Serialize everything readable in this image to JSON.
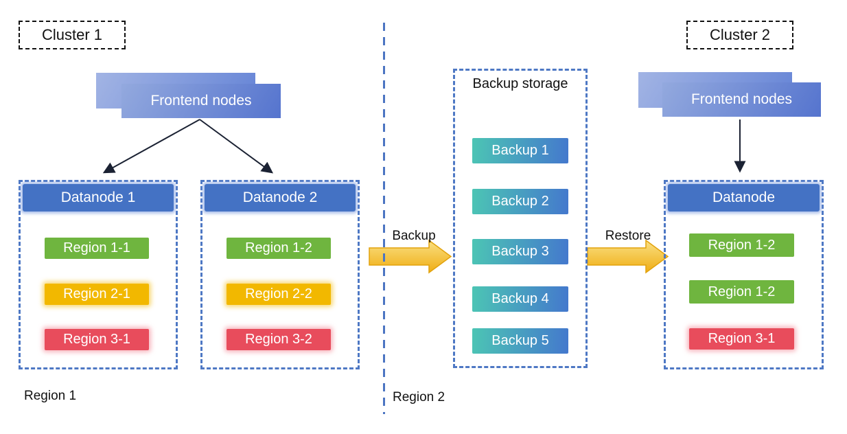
{
  "clusters": {
    "cluster1": {
      "label": "Cluster 1",
      "frontend_label": "Frontend nodes",
      "datanodes": [
        {
          "title": "Datanode 1",
          "regions": [
            {
              "label": "Region 1-1",
              "color": "#6FB53F"
            },
            {
              "label": "Region 2-1",
              "color": "#F2B800"
            },
            {
              "label": "Region 3-1",
              "color": "#E84C5C"
            }
          ]
        },
        {
          "title": "Datanode 2",
          "regions": [
            {
              "label": "Region 1-2",
              "color": "#6FB53F"
            },
            {
              "label": "Region 2-2",
              "color": "#F2B800"
            },
            {
              "label": "Region 3-2",
              "color": "#E84C5C"
            }
          ]
        }
      ]
    },
    "cluster2": {
      "label": "Cluster 2",
      "frontend_label": "Frontend nodes",
      "datanode": {
        "title": "Datanode",
        "regions": [
          {
            "label": "Region 1-2",
            "color": "#6FB53F"
          },
          {
            "label": "Region 1-2",
            "color": "#6FB53F"
          },
          {
            "label": "Region 3-1",
            "color": "#E84C5C"
          }
        ]
      }
    }
  },
  "backup_storage": {
    "title": "Backup storage",
    "items": [
      "Backup 1",
      "Backup 2",
      "Backup 3",
      "Backup 4",
      "Backup 5"
    ]
  },
  "flow_labels": {
    "backup": "Backup",
    "restore": "Restore"
  },
  "region_labels": {
    "left": "Region 1",
    "right": "Region 2"
  },
  "colors": {
    "cluster_border": "#111111",
    "container_border": "#4E78C4",
    "datanode_header": "#4472C4",
    "region_green": "#6FB53F",
    "region_yellow": "#F2B800",
    "region_red": "#E84C5C",
    "backup_teal": "#4CC5B4",
    "backup_blue": "#4478CD",
    "frontend_light": "#93A9DE",
    "frontend_dark": "#5574CE",
    "arrow_gold": "#EFAD13",
    "thin_arrow": "#1B2233",
    "divider_blue": "#4C75C2"
  }
}
